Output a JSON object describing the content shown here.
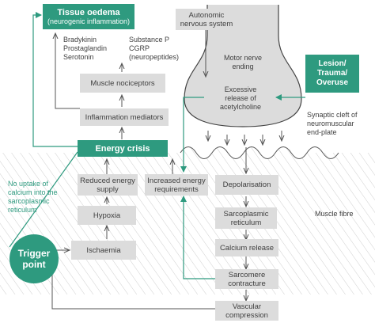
{
  "colors": {
    "accent": "#2e9a7f",
    "box": "#dcdcdc",
    "text": "#404040",
    "hatch": "#c9c9c9"
  },
  "tissue_oedema": {
    "title": "Tissue oedema",
    "subtitle": "(neurogenic inflammation)"
  },
  "mediators_left": [
    "Bradykinin",
    "Prostaglandin",
    "Serotonin"
  ],
  "mediators_right": [
    "Substance P",
    "CGRP",
    "(neuropeptides)"
  ],
  "autonomic": [
    "Autonomic",
    "nervous system"
  ],
  "motor_nerve": [
    "Motor nerve",
    "ending"
  ],
  "acetylcholine": [
    "Excessive",
    "release of",
    "acetylcholine"
  ],
  "lesion": [
    "Lesion/",
    "Trauma/",
    "Overuse"
  ],
  "synaptic_cleft": [
    "Synaptic cleft of",
    "neuromuscular",
    "end-plate"
  ],
  "muscle_nociceptors": "Muscle nociceptors",
  "inflammation_mediators": "Inflammation mediators",
  "energy_crisis": "Energy crisis",
  "no_uptake": [
    "No uptake of",
    "calcium into the",
    "sarcoplasmic",
    "reticulum"
  ],
  "reduced_energy": [
    "Reduced energy",
    "supply"
  ],
  "increased_energy": [
    "Increased energy",
    "requirements"
  ],
  "hypoxia": "Hypoxia",
  "ischaemia": "Ischaemia",
  "depolarisation": "Depolarisation",
  "sarcoplasmic_reticulum": [
    "Sarcoplasmic",
    "reticulum"
  ],
  "calcium_release": "Calcium release",
  "sarcomere": [
    "Sarcomere",
    "contracture"
  ],
  "vascular": [
    "Vascular",
    "compression"
  ],
  "muscle_fibre": "Muscle fibre",
  "trigger_point": [
    "Trigger",
    "point"
  ]
}
